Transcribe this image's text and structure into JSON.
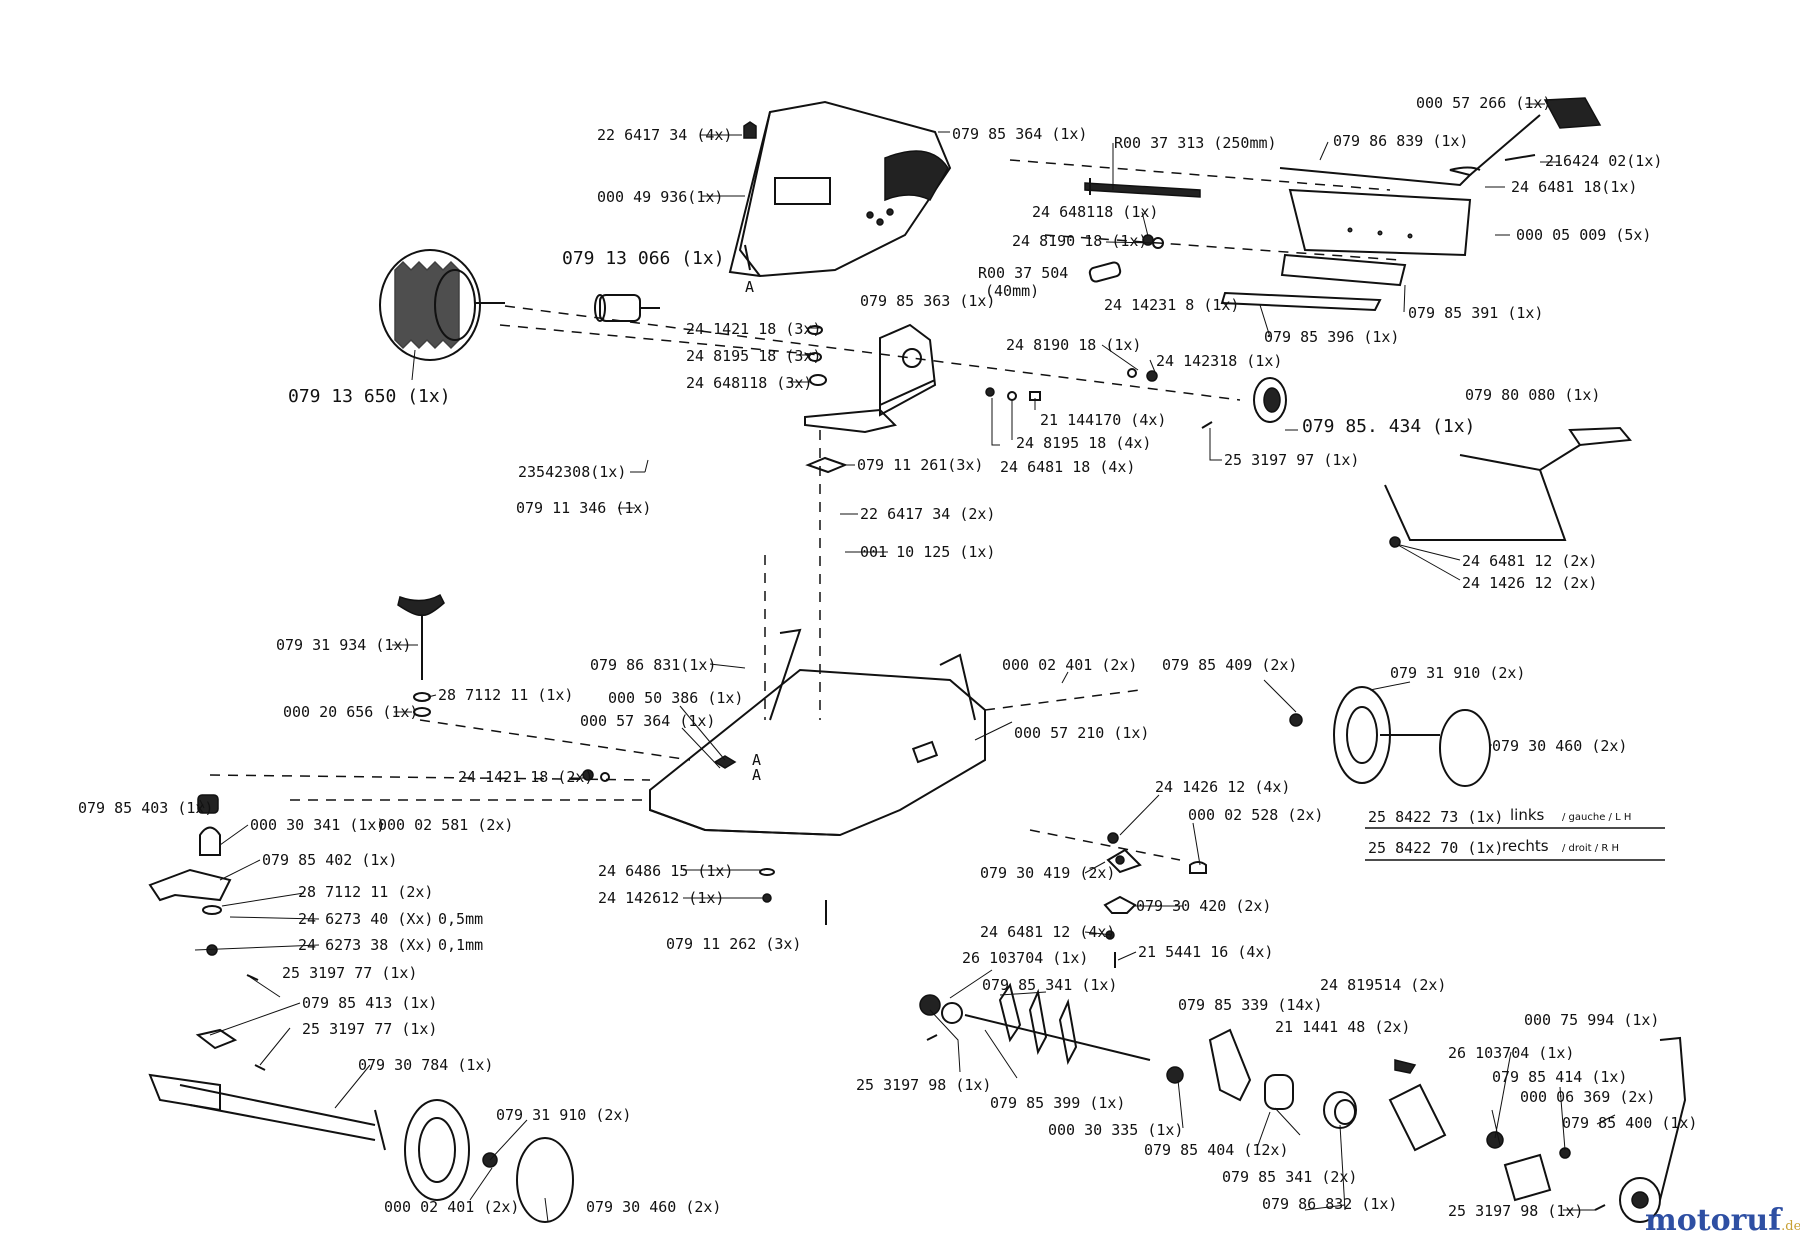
{
  "labels": {
    "l01": "000 57 266 (1x)",
    "l02": "22 6417 34 (4x)",
    "l03": "079 85 364 (1x)",
    "l04": "R00 37 313 (250mm)",
    "l05": "079 86 839 (1x)",
    "l06": "216424 02(1x)",
    "l07": "24 6481 18(1x)",
    "l08": "000 49 936(1x)",
    "l09": "24 648118 (1x)",
    "l10": "000 05 009 (5x)",
    "l11": "24 8190 18 (1x)",
    "l12": "079 13 066 (1x)",
    "l13": "R00 37 504",
    "l14": "(40mm)",
    "l15": "24 14231 8 (1x)",
    "l16": "079 85 391 (1x)",
    "l17": "079 85 363 (1x)",
    "l18": "24 1421 18 (3x)",
    "l19": "079 85 396 (1x)",
    "l20": "24 8195 18 (3x)",
    "l21": "24 8190 18 (1x)",
    "l22": "24 142318 (1x)",
    "l23": "24 648118 (3x)",
    "l24": "079 13 650 (1x)",
    "l25": "21 144170 (4x)",
    "l26": "079 85. 434 (1x)",
    "l27": "24 8195 18 (4x)",
    "l28": "079 80 080 (1x)",
    "l29": "25 3197 97 (1x)",
    "l30": "24 6481 18 (4x)",
    "l31": "23542308(1x)",
    "l32": "079 11 261(3x)",
    "l33": "079 11 346 (1x)",
    "l34": "22 6417 34 (2x)",
    "l35": "001 10 125 (1x)",
    "l36": "24 6481 12 (2x)",
    "l37": "24 1426 12 (2x)",
    "l38": "079 31 934 (1x)",
    "l39": "079 86 831(1x)",
    "l40": "000 02 401 (2x)",
    "l41": "079 85 409 (2x)",
    "l42": "079 31 910 (2x)",
    "l43": "28 7112 11 (1x)",
    "l44": "000 50 386 (1x)",
    "l45": "000 20 656 (1x)",
    "l46": "000 57 364 (1x)",
    "l47": "000 57 210 (1x)",
    "l48": "079 30 460 (2x)",
    "l49": "24 1421 18 (2x)",
    "l50": "079 85 403 (1x)",
    "l51": "000 30 341 (1x)",
    "l52": "000 02 581 (2x)",
    "l53": "24 1426 12 (4x)",
    "l54": "000 02 528 (2x)",
    "l55": "079 85 402 (1x)",
    "l56": "24 6486 15 (1x)",
    "l57": "079 30 419 (2x)",
    "l58": "28 7112 11 (2x)",
    "l59": "24 142612 (1x)",
    "l60": "079 30 420 (2x)",
    "l61": "24 6273 40 (Xx)",
    "l62": "0,5mm",
    "l63": "24 6273 38 (Xx)",
    "l64": "0,1mm",
    "l65": "079 11 262 (3x)",
    "l66": "24 6481 12 (4x)",
    "l67": "21 5441 16 (4x)",
    "l68": "25 3197 77 (1x)",
    "l69": "26 103704 (1x)",
    "l70": "079 85 341 (1x)",
    "l71": "079 85 413 (1x)",
    "l72": "079 85 339 (14x)",
    "l73": "24 819514 (2x)",
    "l74": "25 3197 77 (1x)",
    "l75": "21 1441 48 (2x)",
    "l76": "000 75 994 (1x)",
    "l77": "079 30 784 (1x)",
    "l78": "26 103704 (1x)",
    "l79": "25 3197 98 (1x)",
    "l80": "079 85 414 (1x)",
    "l81": "079 85 399 (1x)",
    "l82": "000 06 369 (2x)",
    "l83": "079 31 910 (2x)",
    "l84": "000 30 335 (1x)",
    "l85": "079 85 400 (1x)",
    "l86": "079 85 404 (12x)",
    "l87": "079 85 341 (2x)",
    "l88": "000 02 401 (2x)",
    "l89": "079 30 460 (2x)",
    "l90": "079 86 832 (1x)",
    "l91": "25 3197 98 (1x)"
  },
  "callouts": {
    "a1": "A",
    "a2": "A"
  },
  "side_table": {
    "row1": {
      "part": "25 8422 73 (1x)",
      "side": "links",
      "alt": "/ gauche / L H"
    },
    "row2": {
      "part": "25 8422 70 (1x)",
      "side": "rechts",
      "alt": "/ droit / R H"
    }
  },
  "watermark": {
    "name": "motoruf",
    "suffix": ".de",
    "colors": {
      "primary": "#2e4fa3",
      "dot": "#c8a032"
    }
  }
}
